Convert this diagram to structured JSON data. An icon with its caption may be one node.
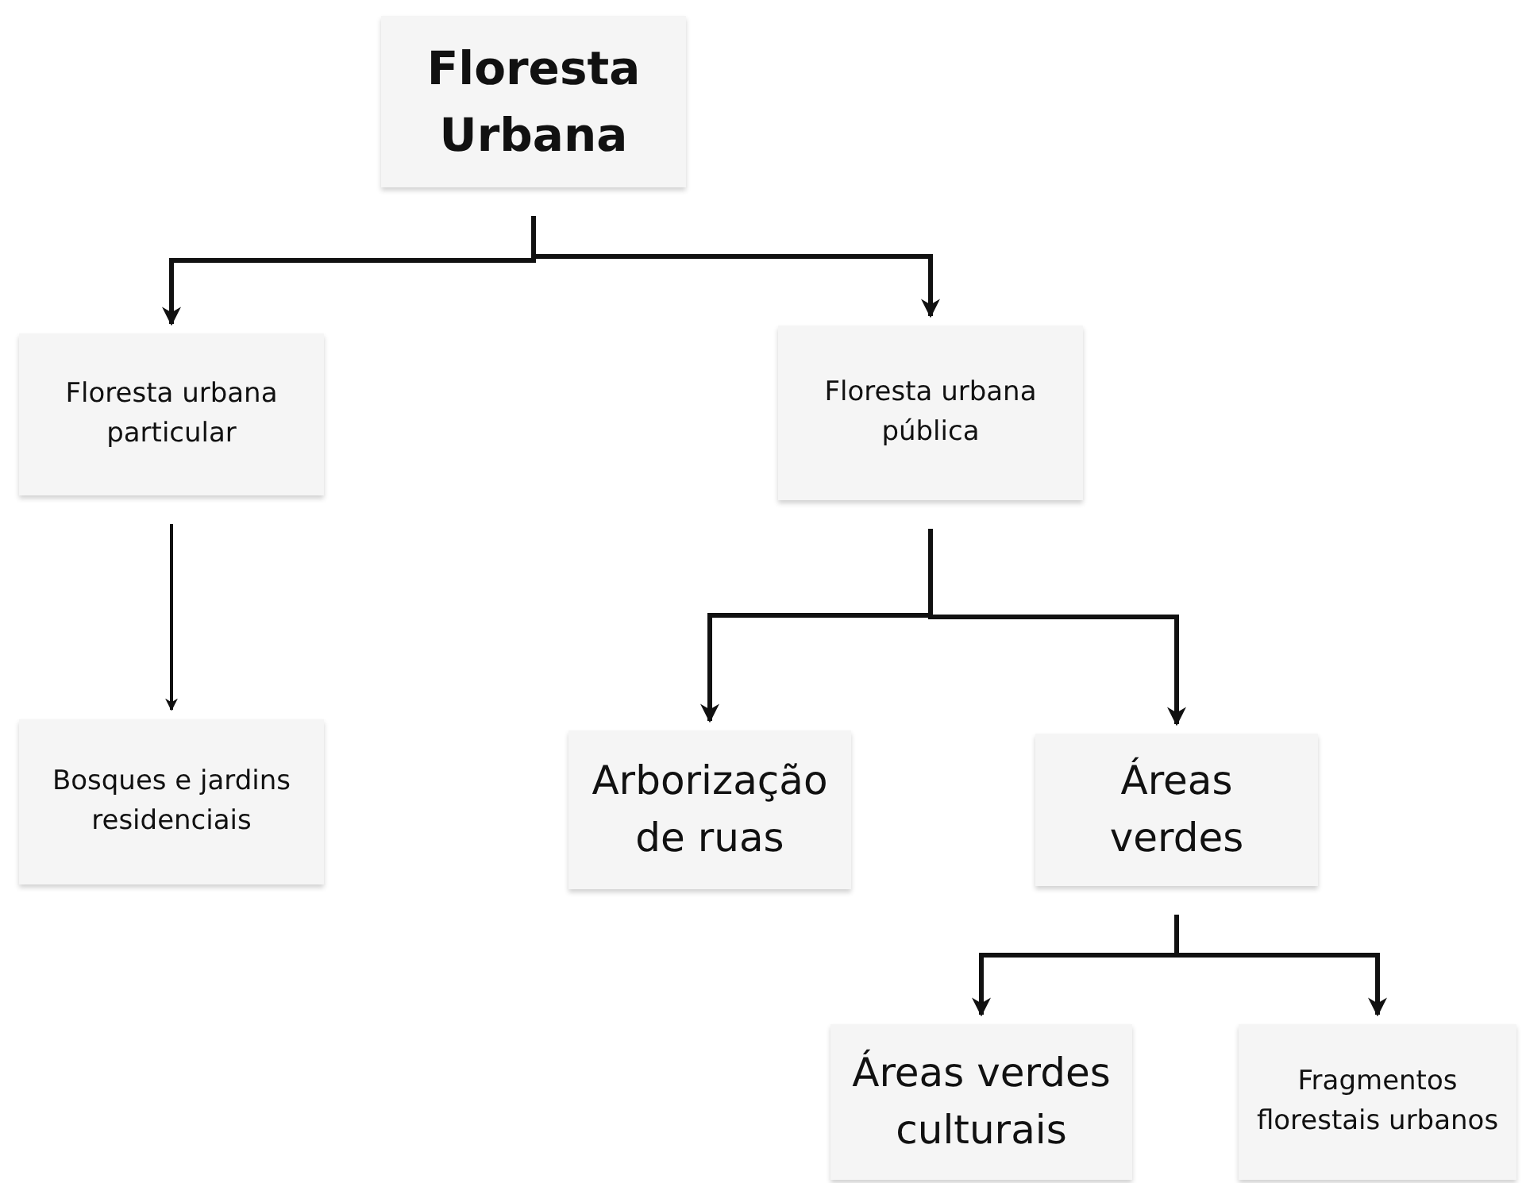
{
  "diagram": {
    "nodes": [
      {
        "text": [
          "Floresta Urbana"
        ]
      },
      {
        "text": [
          "Floresta urbana particular"
        ]
      },
      {
        "text": [
          "Floresta urbana pública"
        ]
      },
      {
        "text": [
          "Bosques e jardins residenciais"
        ]
      },
      {
        "text": [
          "Arborização de ruas"
        ]
      },
      {
        "text": [
          "Áreas verdes"
        ]
      },
      {
        "text": [
          "Áreas verdes culturais"
        ]
      },
      {
        "text": [
          "Fragmentos florestais urbanos"
        ]
      }
    ],
    "edges": [
      {
        "from": 0,
        "to": 1,
        "arrow": "to"
      },
      {
        "from": 0,
        "to": 2,
        "arrow": "to"
      },
      {
        "from": 1,
        "to": 3,
        "arrow": "to"
      },
      {
        "from": 2,
        "to": 4,
        "arrow": "to"
      },
      {
        "from": 2,
        "to": 5,
        "arrow": "to"
      },
      {
        "from": 5,
        "to": 6,
        "arrow": "to"
      },
      {
        "from": 5,
        "to": 7,
        "arrow": "to"
      }
    ]
  }
}
